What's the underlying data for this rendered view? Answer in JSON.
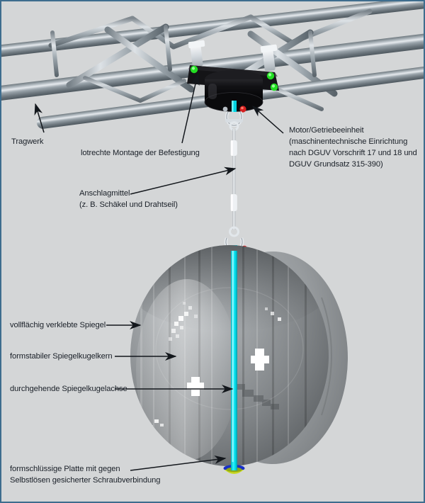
{
  "figure": {
    "title": "Sicherheitstechnische Darstellung einer motorisch angetriebenen Spiegelkugel-Aufhaengung",
    "background_color": "#d4d6d7",
    "border_color": "#3e6d8e",
    "text_color": "#1a2028"
  },
  "labels": {
    "tragwerk": "Tragwerk",
    "lotrechte_montage": "lotrechte Montage der Befestigung",
    "anschlagmittel_line1": "Anschlagmittel",
    "anschlagmittel_line2": "(z. B. Schäkel und Drahtseil)",
    "motor_line1": "Motor/Getriebeeinheit",
    "motor_line2": "(maschinentechnische Einrichtung",
    "motor_line3": "nach DGUV Vorschrift 17 und 18 und",
    "motor_line4": "DGUV Grundsatz 315-390)",
    "spiegel": "vollflächig verklebte Spiegel",
    "kern": "formstabiler Spiegelkugelkern",
    "achse": "durchgehende Spiegelkugelachse",
    "platte_line1": "formschlüssige Platte mit gegen",
    "platte_line2": "Selbstlösen gesicherter Schraubverbindung"
  },
  "components": {
    "truss": {
      "name": "truss-structure",
      "description": "Aluminium-Dreiecktraverse mit Diagonalverstrebungen",
      "tube_color_light": "#e9edf0",
      "tube_color_mid": "#8d979f",
      "tube_color_dark": "#5c666e"
    },
    "motor": {
      "name": "motor-gear-unit",
      "housing_color": "#0b0b0d",
      "plate_color": "#141417",
      "led_color": "#22dd22",
      "clamp_color": "#e2e6ea"
    },
    "rigging": {
      "name": "wire-rope-assembly",
      "rope_color": "#f2f4f6",
      "shackle_color": "#dfe4e8",
      "sleeve_color": "#eceff2"
    },
    "mirror_ball": {
      "name": "mirror-ball",
      "core_color": "#8e9295",
      "shade_dark": "#5b5f62",
      "shade_light": "#a9adb0",
      "axle_color": "#00e5f0",
      "highlight_color": "#ffffff",
      "bottom_plate_colors": [
        "#1830c8",
        "#c8d820"
      ],
      "top_fitting_colors": [
        "#e02020",
        "#00e5f0",
        "#d8e020"
      ]
    }
  }
}
